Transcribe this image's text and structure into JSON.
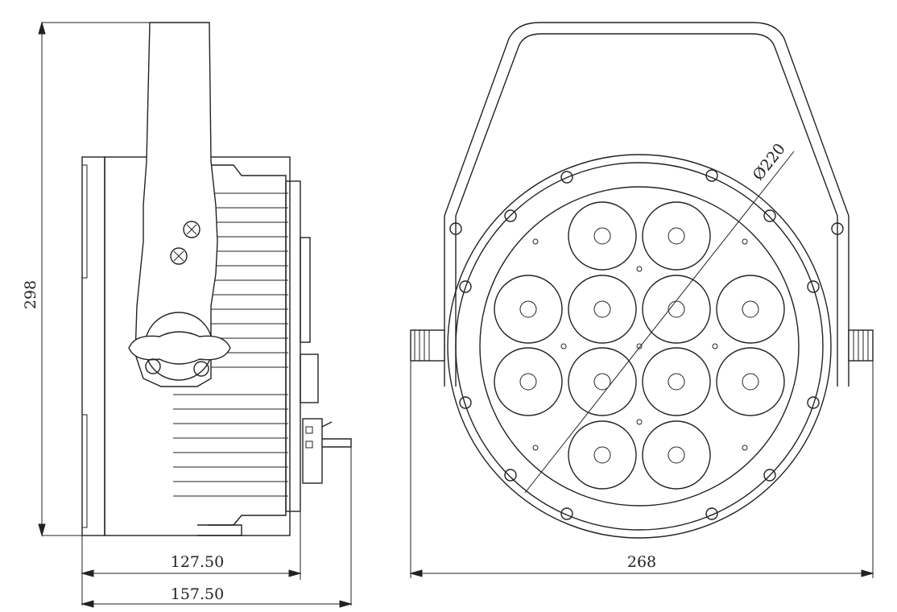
{
  "dimensions": {
    "height": "298",
    "depth_body": "127.50",
    "depth_total": "157.50",
    "width": "268",
    "diameter": "Ø220"
  }
}
